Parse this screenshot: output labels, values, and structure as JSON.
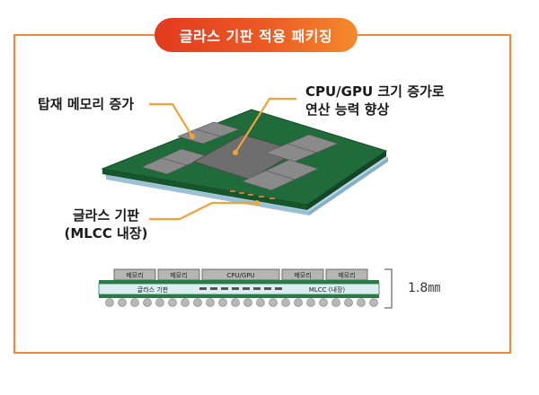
{
  "title": "글라스 기판 적용 패키징",
  "labels": {
    "memory_stack": "탑재 메모리 증가",
    "cpu_gpu_line1": "CPU/GPU 크기 증가로",
    "cpu_gpu_line2": "연산 능력 향상",
    "glass_line1": "글라스 기판",
    "glass_line2": "(MLCC 내장)"
  },
  "cross_section": {
    "chips": [
      "메모리",
      "메모리",
      "CPU/GPU",
      "메모리",
      "메모리"
    ],
    "substrate_left": "글라스 기판",
    "substrate_right": "MLCC (내장)",
    "thickness": "1.8㎜"
  },
  "colors": {
    "accent": "#f08a3a",
    "badge_start": "#e23a1f",
    "board_green": "#1f6b3a",
    "chip_gray": "#6e6e6e",
    "leader_orange": "#f3a23a"
  }
}
